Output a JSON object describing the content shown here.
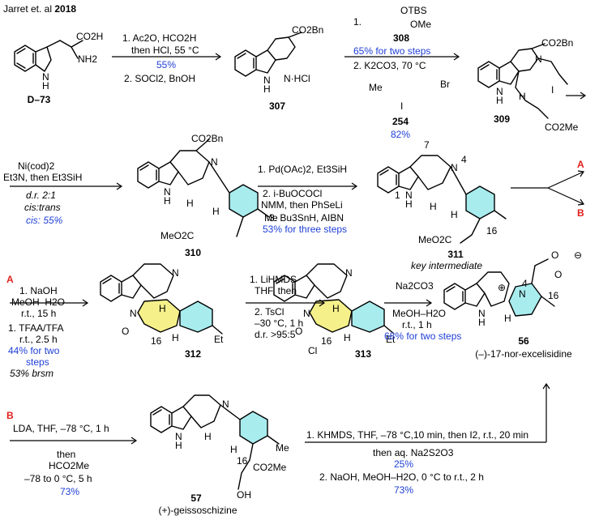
{
  "citation": {
    "prefix": "Jarret et. al ",
    "year": "2018"
  },
  "compounds": {
    "c73": "D–73",
    "c307": "307",
    "c308": "308",
    "c309": "309",
    "c254": "254",
    "c310": "310",
    "c311": "311",
    "c312": "312",
    "c313": "313",
    "c56": "56",
    "c57": "57"
  },
  "compound_notes": {
    "key_intermediate": "key intermediate",
    "excelisidine": "(–)-17-nor-excelisidine",
    "geissoschizine": "(+)-geissoschizine"
  },
  "atom_labels": {
    "co2h": "CO2H",
    "nh2": "NH2",
    "nh": "N",
    "h": "H",
    "co2bn": "CO2Bn",
    "nhcl": "N·HCl",
    "n": "N",
    "co2me": "CO2Me",
    "me": "Me",
    "i": "I",
    "br": "Br",
    "otbs": "OTBS",
    "ome": "OMe",
    "meo2c": "MeO2C",
    "o": "O",
    "cl": "Cl",
    "et": "Et",
    "oh": "OH",
    "n4": "4",
    "n1": "1",
    "n7": "7",
    "n16": "16",
    "plus": "⊕",
    "minus": "⊖"
  },
  "step1": {
    "line1": "1. Ac2O, HCO2H",
    "line2": "then HCl, 55 °C",
    "yield": "55%",
    "line3": "2. SOCl2, BnOH"
  },
  "step2": {
    "line1": "1.",
    "yield1": "65% for two steps",
    "line2": "2. K2CO3, 70 °C",
    "yield2": "82%"
  },
  "step3": {
    "line1": "Ni(cod)2",
    "line2": "Et3N, then Et3SiH",
    "dr": "d.r. 2:1",
    "cistrans": "cis:trans",
    "cis": "cis: 55%"
  },
  "step4": {
    "line1": "1. Pd(OAc)2, Et3SiH",
    "line2": "2. i-BuOCOCl",
    "line3": "NMM, then PhSeLi",
    "line4": "3. Bu3SnH, AIBN",
    "yield": "53% for three steps"
  },
  "branch": {
    "a": "A",
    "b": "B"
  },
  "routeA": {
    "label": "A",
    "s1_1": "1. NaOH",
    "s1_2": "MeOH–H2O",
    "s1_3": "r.t., 15 h",
    "s1_4": "1. TFAA/TFA",
    "s1_5": "r.t., 2.5 h",
    "s1_y1": "44% for two",
    "s1_y2": "steps",
    "s1_brsm": "53% brsm",
    "s2_1": "1. LiHMDS",
    "s2_2": "THF, then",
    "s2_3": "2. TsCl",
    "s2_4": "–30 °C, 1 h",
    "s2_5": "d.r. >95:5",
    "s3_1": "Na2CO3",
    "s3_2": "MeOH–H2O",
    "s3_3": "r.t., 1 h",
    "s3_y": "68% for two steps"
  },
  "routeB": {
    "label": "B",
    "s1_1": "LDA, THF, –78 °C, 1 h",
    "s1_2": "then",
    "s1_3": "HCO2Me",
    "s1_4": "–78 to 0 °C, 5 h",
    "s1_y": "73%",
    "s2_1": "1. KHMDS, THF, –78 °C,10 min, then I2, r.t., 20 min",
    "s2_2": "then aq. Na2S2O3",
    "s2_y1": "25%",
    "s2_3": "2. NaOH, MeOH–H2O, 0 °C to r.t., 2 h",
    "s2_y2": "73%"
  },
  "colors": {
    "blue_text": "#1f3fd6",
    "red_label": "#e0201b",
    "cyan_ring": "#a8ecee",
    "yellow_ring": "#f5f08a"
  }
}
